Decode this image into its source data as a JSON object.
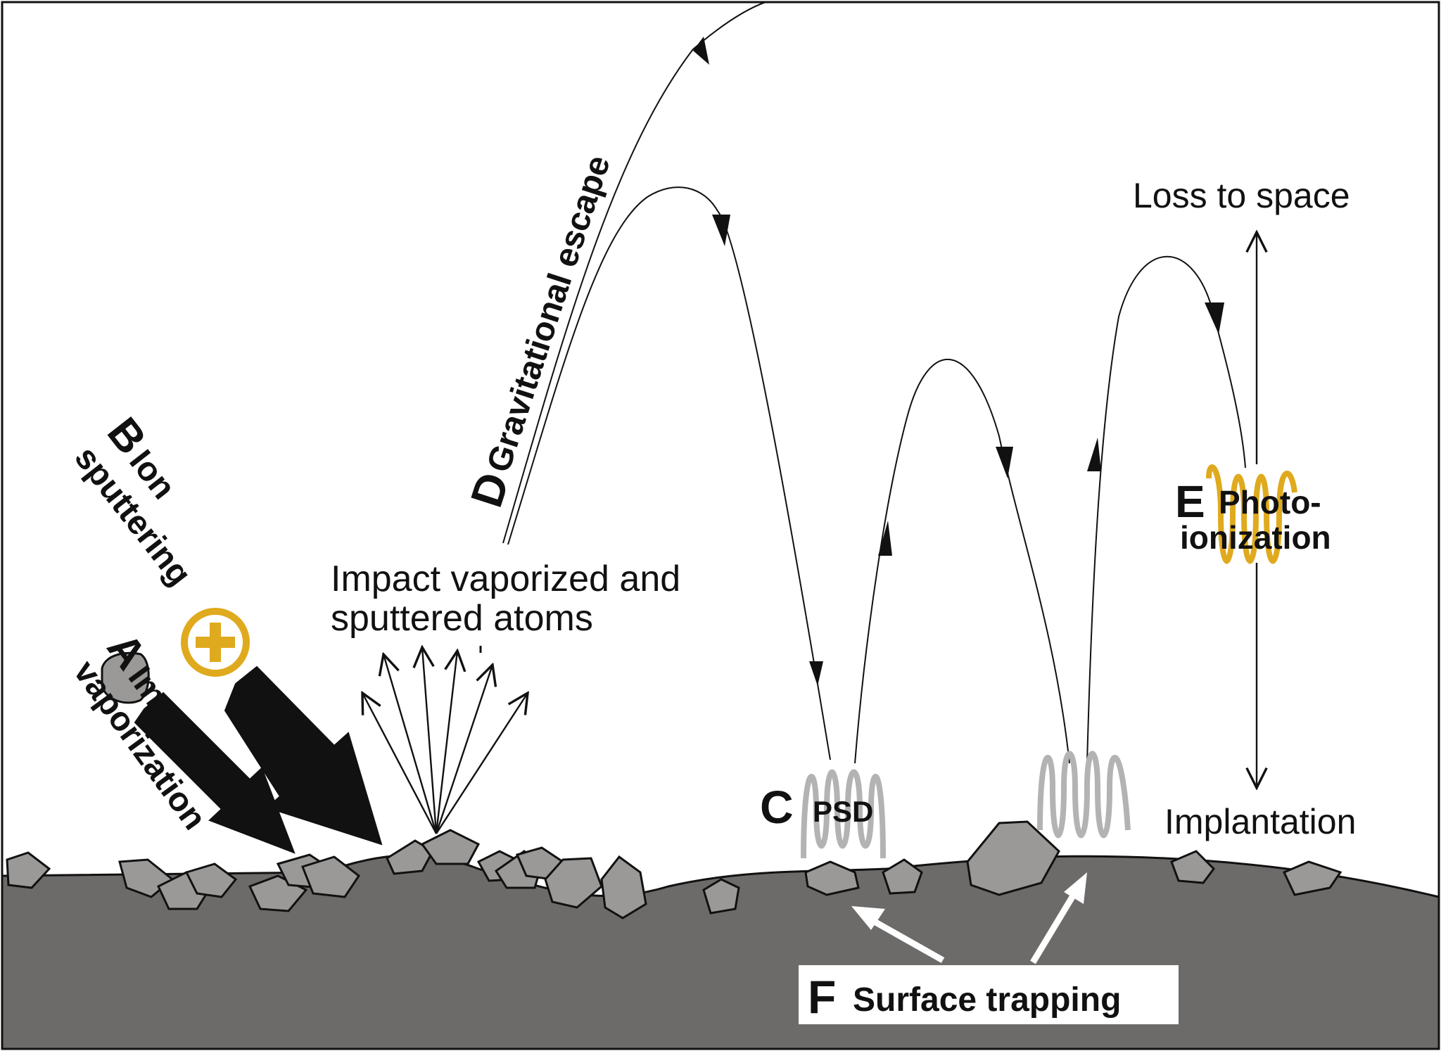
{
  "labels": {
    "a_letter": "A",
    "a_text_1": "Impact",
    "a_text_2": "vaporization",
    "b_letter": "B",
    "b_text_1": "Ion",
    "b_text_2": "sputtering",
    "c_letter": "C",
    "c_text": "PSD",
    "d_letter": "D",
    "d_text": "Gravitational escape",
    "e_letter": "E",
    "e_text_1": "Photo-",
    "e_text_2": "ionization",
    "f_letter": "F",
    "f_text": "Surface trapping",
    "impact_atoms_1": "Impact vaporized and",
    "impact_atoms_2": "sputtered atoms",
    "loss_to_space": "Loss to space",
    "implantation": "Implantation"
  },
  "colors": {
    "ground": "#6d6b6a",
    "rock_fill": "#9b9998",
    "ion_yellow": "#e0aa1e",
    "psd_gray": "#b3b3b3",
    "line": "#111111",
    "white": "#ffffff"
  },
  "icons": [
    "ion-plus-icon",
    "meteoroid-icon",
    "photon-wave-icon",
    "psd-photon-wave-icon"
  ]
}
